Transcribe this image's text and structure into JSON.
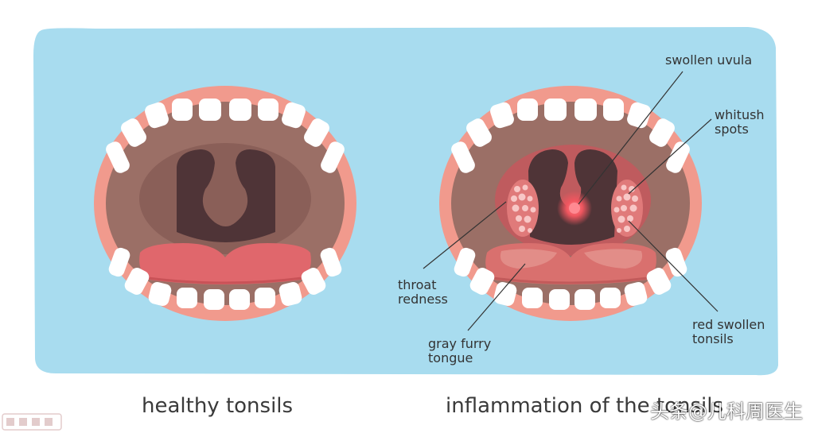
{
  "labels": {
    "swollen_uvula": "swollen uvula",
    "whitish_spots": "whitush\nspots",
    "throat_redness": "throat\nredness",
    "gray_furry_tongue": "gray furry\ntongue",
    "red_swollen_tonsils": "red swollen\ntonsils"
  },
  "captions": {
    "healthy": "healthy tonsils",
    "inflamed": "inflammation of the tonsils"
  },
  "watermark": "头条@儿科周医生",
  "colors": {
    "background": "#a8dcef",
    "lips": "#f19a8d",
    "teeth": "#ffffff",
    "mouth_interior": "#9b6f66",
    "throat_dark": "#4f3437",
    "tongue": "#e0676c",
    "inflamed_throat": "#bf5b5e",
    "inflamed_tongue": "#d9706e",
    "uvula_glow": "#ff6e76",
    "tonsil_spots": "#f8c7c6"
  }
}
